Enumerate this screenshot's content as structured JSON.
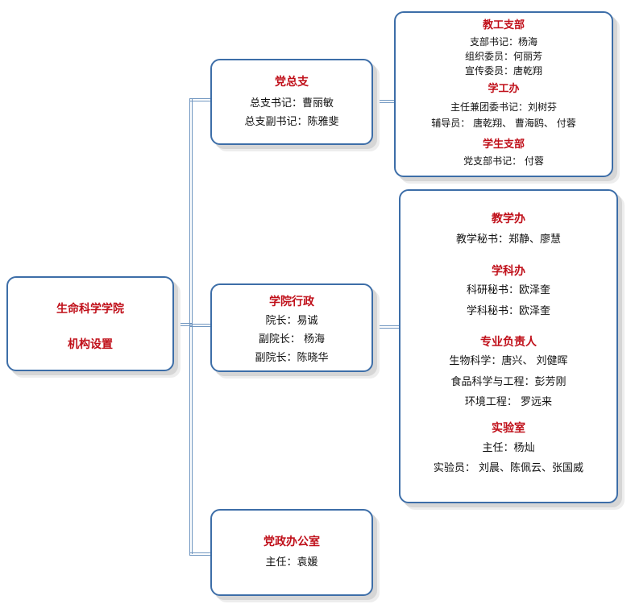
{
  "root": {
    "line1": "生命科学学院",
    "line2": "机构设置"
  },
  "party_branch": {
    "title": "党总支",
    "rows": [
      "总支书记：曹丽敏",
      "总支副书记：陈雅斐"
    ]
  },
  "admin": {
    "title": "学院行政",
    "rows": [
      "院长：易诚",
      "副院长： 杨海",
      "副院长：陈晓华"
    ]
  },
  "office": {
    "title": "党政办公室",
    "rows": [
      "主任：袁媛"
    ]
  },
  "party_detail": {
    "staff_branch": {
      "title": "教工支部",
      "rows": [
        "支部书记：杨海",
        "组织委员：何丽芳",
        "宣传委员：唐乾翔"
      ]
    },
    "student_office": {
      "title": "学工办",
      "rows": [
        "主任兼团委书记：刘树芬",
        "辅导员： 唐乾翔、 曹海鸥、 付蓉"
      ]
    },
    "student_branch": {
      "title": "学生支部",
      "rows": [
        "党支部书记： 付蓉"
      ]
    }
  },
  "admin_detail": {
    "teaching": {
      "title": "教学办",
      "rows": [
        "教学秘书：郑静、廖慧"
      ]
    },
    "discipline": {
      "title": "学科办",
      "rows": [
        "科研秘书：欧泽奎",
        "学科秘书：欧泽奎"
      ]
    },
    "majors": {
      "title": "专业负责人",
      "rows": [
        "生物科学：唐兴、 刘健晖",
        "食品科学与工程：彭芳刚",
        "环境工程： 罗远来"
      ]
    },
    "lab": {
      "title": "实验室",
      "rows": [
        "主任：杨灿",
        "实验员： 刘晨、陈佩云、张国威"
      ]
    }
  },
  "colors": {
    "title_red": "#c0101a",
    "border_blue": "#3d6ea8",
    "connector": "#7096c0"
  }
}
